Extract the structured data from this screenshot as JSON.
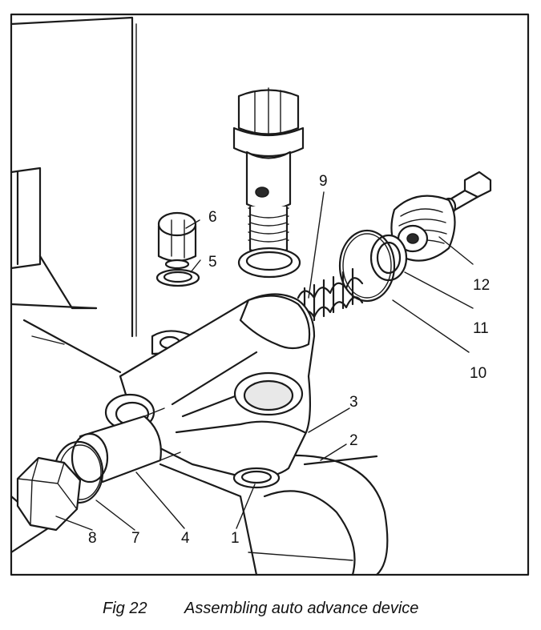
{
  "caption": {
    "figure_number": "Fig 22",
    "title": "Assembling auto advance device"
  },
  "callouts": [
    "1",
    "2",
    "3",
    "4",
    "5",
    "6",
    "7",
    "8",
    "9",
    "10",
    "11",
    "12"
  ]
}
